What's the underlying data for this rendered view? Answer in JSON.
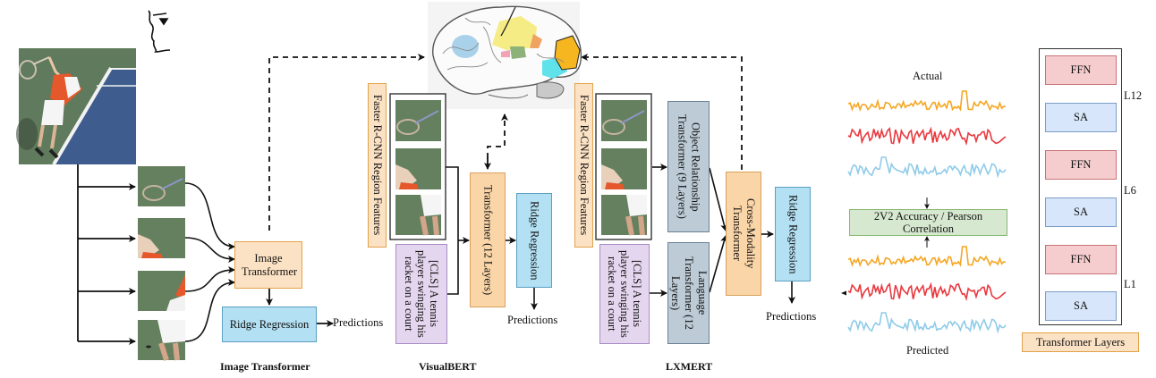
{
  "image_transformer_panel": {
    "title": "Image Transformer",
    "model_box": "Image Transformer",
    "regression_box": "Ridge Regression",
    "output_label": "Predictions"
  },
  "visualbert_panel": {
    "title": "VisualBERT",
    "region_features_label": "Faster R-CNN Region Features",
    "caption_box": "[CLS] A tennis player swinging his racket on a court",
    "transformer_box": "Transformer (12 Layers)",
    "regression_box": "Ridge Regression",
    "output_label": "Predictions"
  },
  "lxmert_panel": {
    "title": "LXMERT",
    "region_features_label": "Faster R-CNN Region Features",
    "caption_box": "[CLS] A tennis player swinging his racket on a court",
    "object_transformer_box": "Object Relationship Transformer (9 Layers)",
    "language_transformer_box": "Language Transformer (12 Layers)",
    "cross_modality_box": "Cross-Modality Transformer",
    "regression_box": "Ridge Regression",
    "output_label": "Predictions"
  },
  "evaluation_panel": {
    "actual_label": "Actual",
    "predicted_label": "Predicted",
    "metric_box": "2V2 Accuracy / Pearson Correlation",
    "signal_colors": [
      "#f5a623",
      "#e8393f",
      "#8fcbe8"
    ]
  },
  "transformer_layers_panel": {
    "caption": "Transformer Layers",
    "layers": [
      {
        "ffn": "FFN",
        "sa": "SA",
        "label": "L12"
      },
      {
        "ffn": "FFN",
        "sa": "SA",
        "label": "L6"
      },
      {
        "ffn": "FFN",
        "sa": "SA",
        "label": "L1"
      }
    ]
  },
  "colors": {
    "tennis_court": "#3f5c8e",
    "grass": "#5f7a5c",
    "shirt": "#e4582b",
    "brain_regions": [
      "#a9d2ea",
      "#f6ec85",
      "#f0a360",
      "#8cb27a",
      "#f4a3b4",
      "#5fe2ea",
      "#f5b61f"
    ]
  }
}
